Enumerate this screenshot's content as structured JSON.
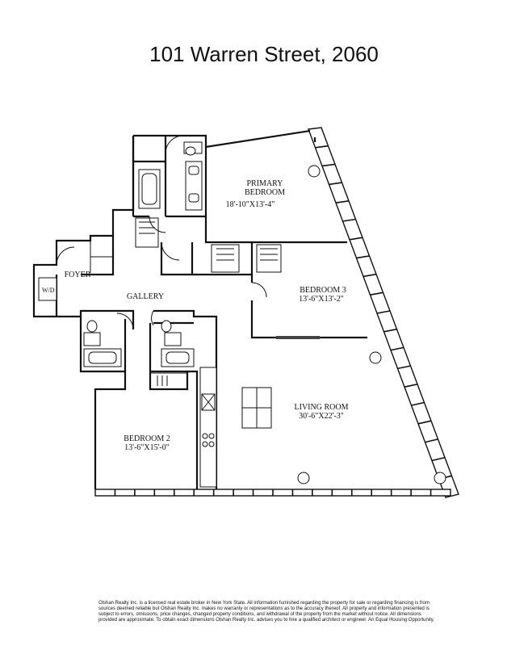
{
  "header": {
    "title": "101 Warren Street, 2060"
  },
  "rooms": {
    "primary_bedroom": {
      "name_line1": "PRIMARY",
      "name_line2": "BEDROOM",
      "dims": "18'-10\"X13'-4\""
    },
    "bedroom3": {
      "name": "BEDROOM 3",
      "dims": "13'-6\"X13'-2\""
    },
    "living_room": {
      "name": "LIVING ROOM",
      "dims": "30'-6\"X22'-3\""
    },
    "bedroom2": {
      "name": "BEDROOM 2",
      "dims": "13'-6\"X15'-0\""
    },
    "gallery": {
      "name": "GALLERY"
    },
    "foyer": {
      "name": "FOYER"
    },
    "washer_dryer": {
      "name": "W/D"
    }
  },
  "footer": {
    "disclaimer": "Olshan Realty Inc. is a licensed real estate broker in New York State. All information furnished regarding the property for sale or regarding financing is from sources deemed reliable but Olshan Realty Inc. makes no warranty or representations as to the accuracy thereof. All property and information presented is subject to errors, omissions, price changes, changed property conditions, and withdrawal of the property from the market without notice. All dimensions provided are approximate. To obtain exact dimensions Olshan Realty Inc. advises you to hire a qualified architect or engineer. An Equal Housing Opportunity."
  }
}
